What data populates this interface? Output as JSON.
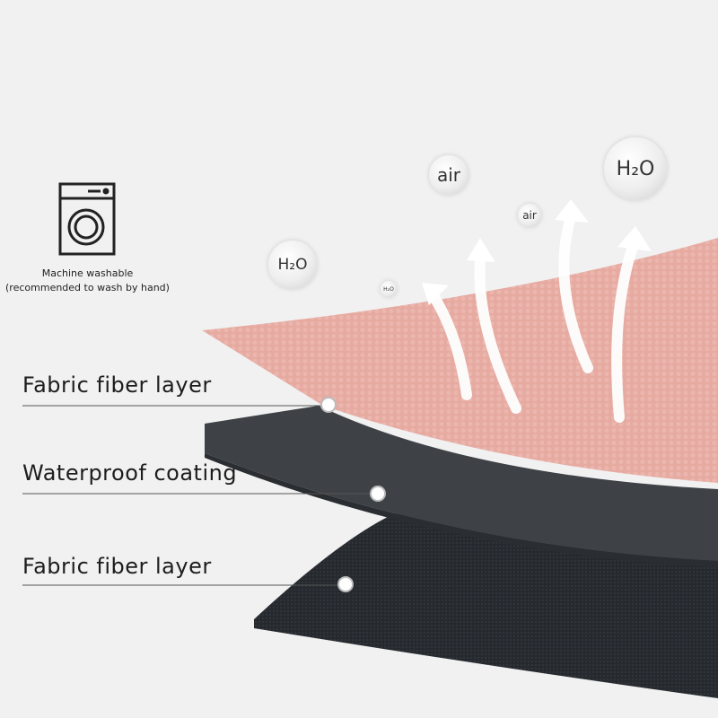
{
  "care": {
    "line1": "Machine washable",
    "line2": "(recommended to wash by hand)",
    "icon": "washing-machine-icon"
  },
  "layers": [
    {
      "label": "Fabric fiber layer",
      "color": "#e8a9a0"
    },
    {
      "label": "Waterproof coating",
      "color": "#3f4246"
    },
    {
      "label": "Fabric fiber layer",
      "color": "#25282c"
    }
  ],
  "bubbles": [
    "air",
    "air",
    "H₂O",
    "H₂O",
    "H₂O"
  ]
}
